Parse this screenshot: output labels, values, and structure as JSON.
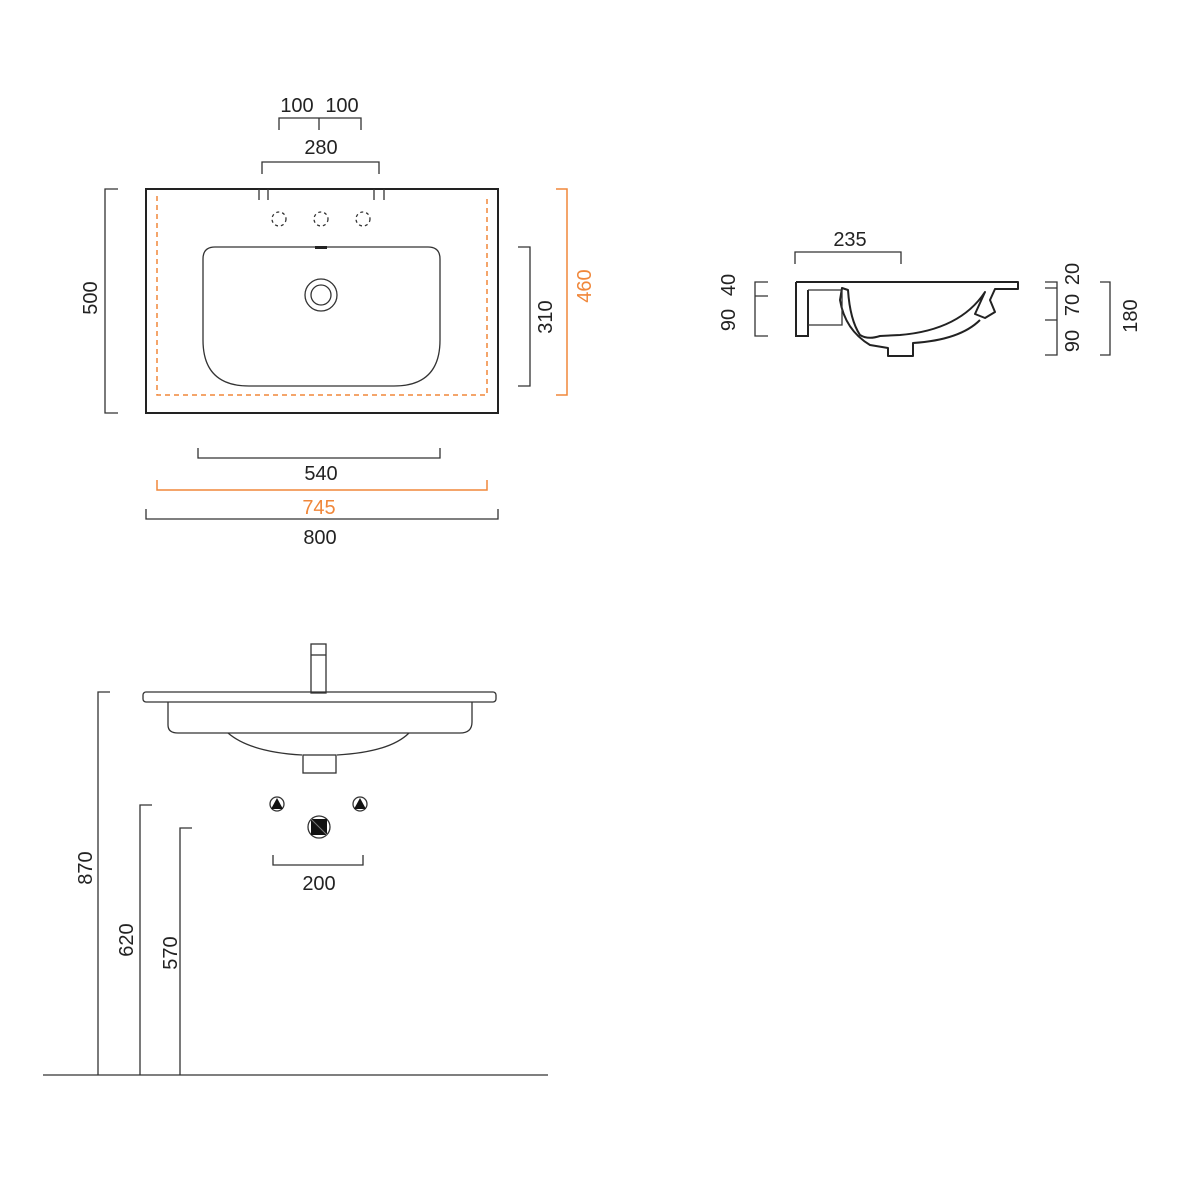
{
  "colors": {
    "dimension": "#222222",
    "accent": "#f0873a"
  },
  "top_view": {
    "tap_spacing_left": "100",
    "tap_spacing_right": "100",
    "tap_span": "280",
    "depth": "500",
    "basin_depth": "310",
    "cutout_depth": "460",
    "basin_width": "540",
    "cutout_width": "745",
    "overall_width": "800"
  },
  "section_view": {
    "basin_reach": "235",
    "left_top": "40",
    "left_bottom": "90",
    "right_top": "20",
    "right_mid": "70",
    "right_bottom": "90",
    "total_height": "180"
  },
  "elevation_view": {
    "rim_height": "870",
    "supply_height": "620",
    "waste_height": "570",
    "supply_spacing": "200"
  }
}
